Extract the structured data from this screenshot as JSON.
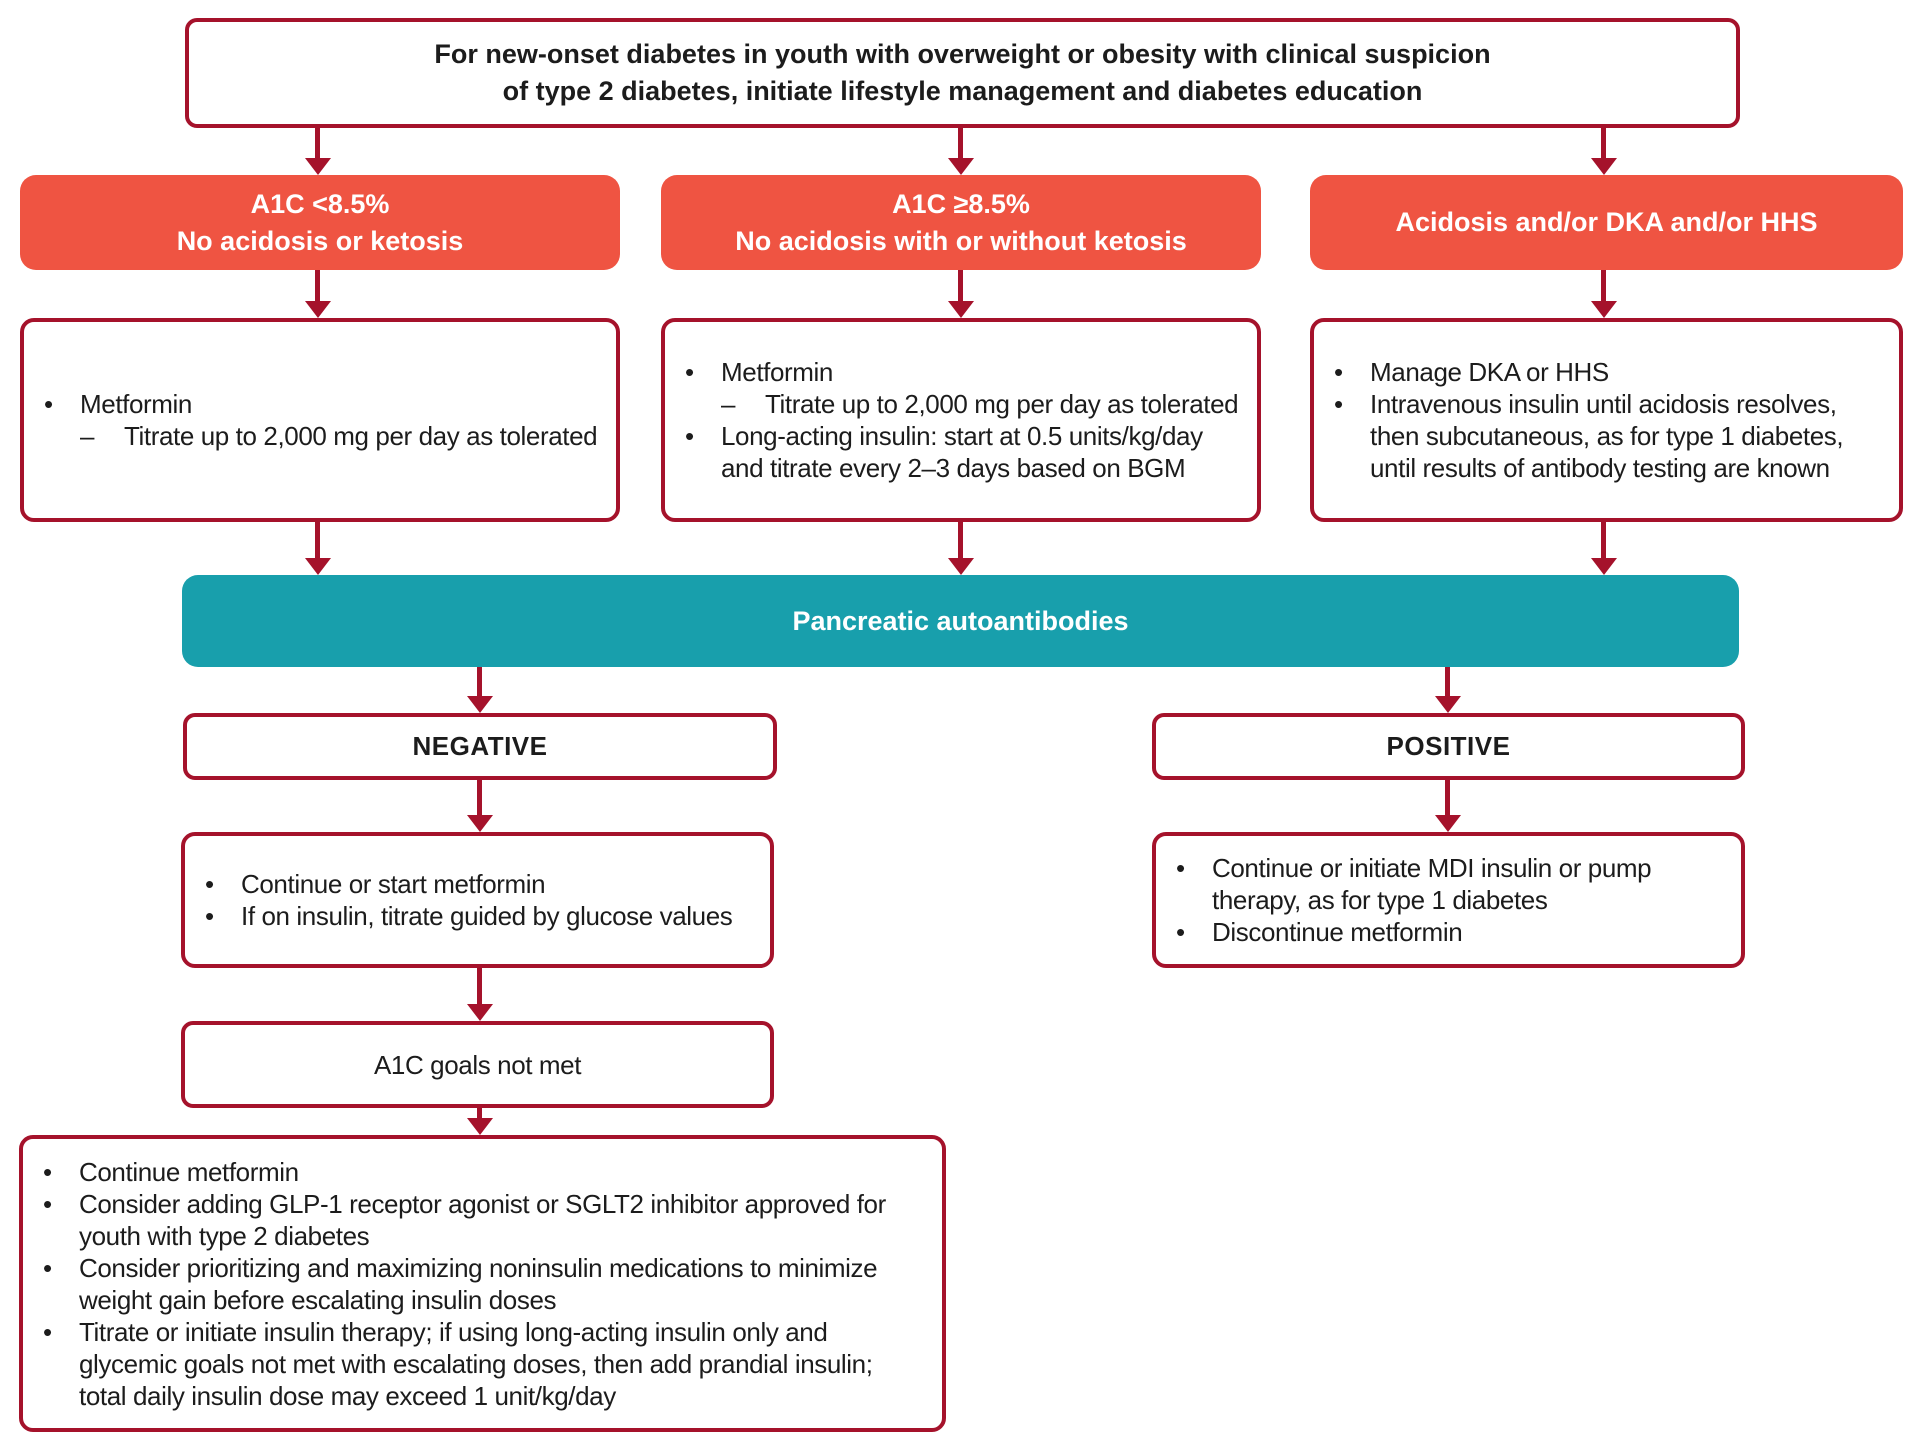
{
  "colors": {
    "red": "#A5122B",
    "orange": "#EF5442",
    "teal": "#189FAC",
    "ink": "#1C1C1C",
    "bg": "#FFFFFF"
  },
  "top_box": {
    "line1": "For new-onset diabetes in youth with overweight or obesity with clinical suspicion",
    "line2": "of type 2 diabetes, initiate lifestyle management and diabetes education"
  },
  "pathway_boxes": [
    {
      "title": "A1C <8.5%",
      "subtitle": "No acidosis or ketosis"
    },
    {
      "title": "A1C ≥8.5%",
      "subtitle": "No acidosis with or without ketosis"
    },
    {
      "title": "Acidosis and/or DKA and/or HHS",
      "subtitle": ""
    }
  ],
  "treatment_boxes": [
    {
      "items": [
        {
          "marker": "•",
          "text": "Metformin"
        },
        {
          "marker": "–",
          "text": "Titrate up to 2,000 mg per day as tolerated"
        }
      ]
    },
    {
      "items": [
        {
          "marker": "•",
          "text": "Metformin"
        },
        {
          "marker": "–",
          "text": "Titrate up to 2,000 mg per day as tolerated"
        },
        {
          "marker": "•",
          "text": "Long-acting insulin: start at 0.5 units/kg/day and titrate every 2–3 days based on BGM"
        }
      ]
    },
    {
      "items": [
        {
          "marker": "•",
          "text": "Manage DKA or HHS"
        },
        {
          "marker": "•",
          "text": "Intravenous insulin until acidosis resolves, then subcutaneous, as for type 1 diabetes, until results of antibody testing are known"
        }
      ]
    }
  ],
  "antibody_bar": {
    "label": "Pancreatic autoantibodies"
  },
  "negative": {
    "label": "NEGATIVE",
    "items": [
      {
        "marker": "•",
        "text": "Continue or start metformin"
      },
      {
        "marker": "•",
        "text": "If on insulin, titrate guided by glucose values"
      }
    ]
  },
  "positive": {
    "label": "POSITIVE",
    "items": [
      {
        "marker": "•",
        "text": "Continue or initiate MDI insulin or pump therapy, as for type 1 diabetes"
      },
      {
        "marker": "•",
        "text": "Discontinue metformin"
      }
    ]
  },
  "a1c_goals": {
    "label": "A1C goals not met"
  },
  "escalation": {
    "items": [
      {
        "marker": "•",
        "text": "Continue metformin"
      },
      {
        "marker": "•",
        "text": "Consider adding GLP-1 receptor agonist or SGLT2 inhibitor approved for youth with type 2 diabetes"
      },
      {
        "marker": "•",
        "text": "Consider prioritizing and maximizing noninsulin medications to minimize weight gain before escalating insulin doses"
      },
      {
        "marker": "•",
        "text": "Titrate or initiate insulin therapy; if using long-acting insulin only and glycemic goals not met with escalating doses, then add prandial insulin; total daily insulin dose may exceed 1 unit/kg/day"
      }
    ]
  }
}
